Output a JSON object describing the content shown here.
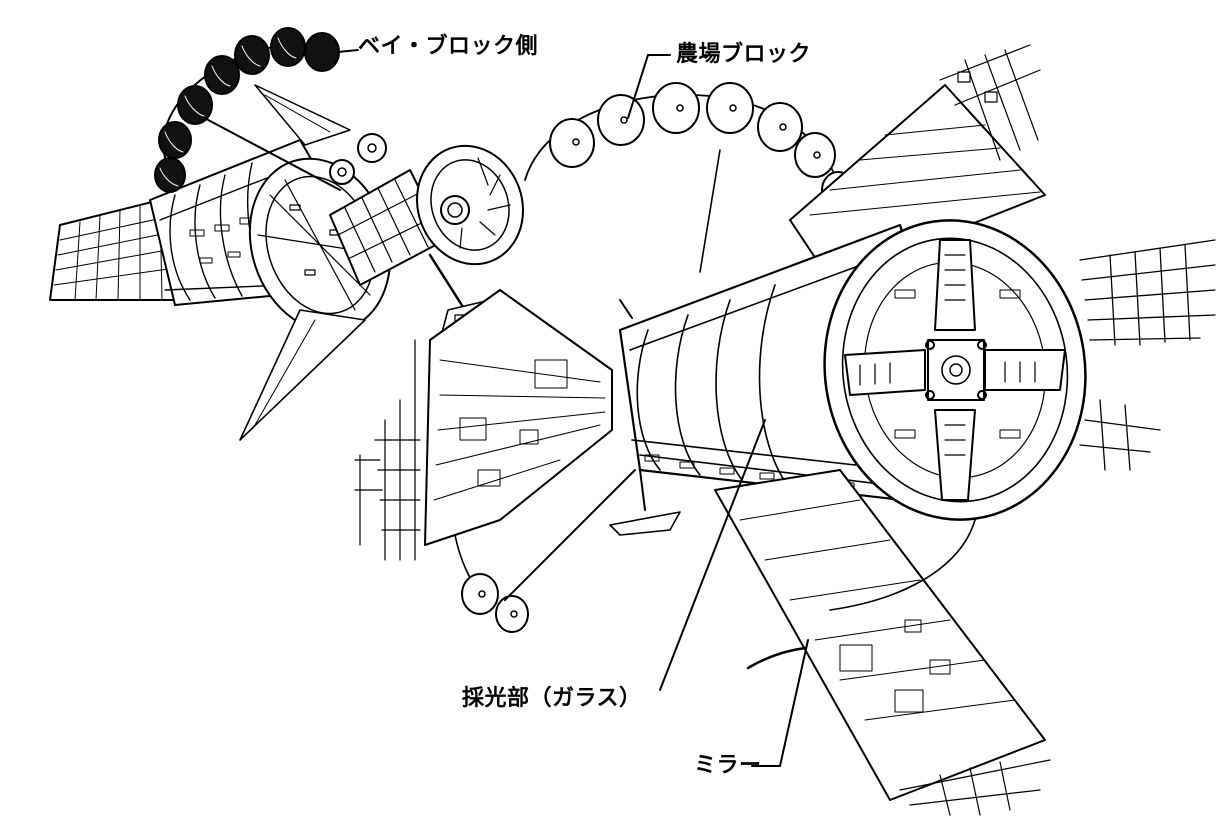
{
  "labels": {
    "bay_block": "ベイ・ブロック側",
    "farm_block": "農場ブロック",
    "glass_section": "採光部（ガラス）",
    "mirror": "ミラー"
  },
  "colors": {
    "ink": "#000000",
    "paper": "#ffffff"
  }
}
